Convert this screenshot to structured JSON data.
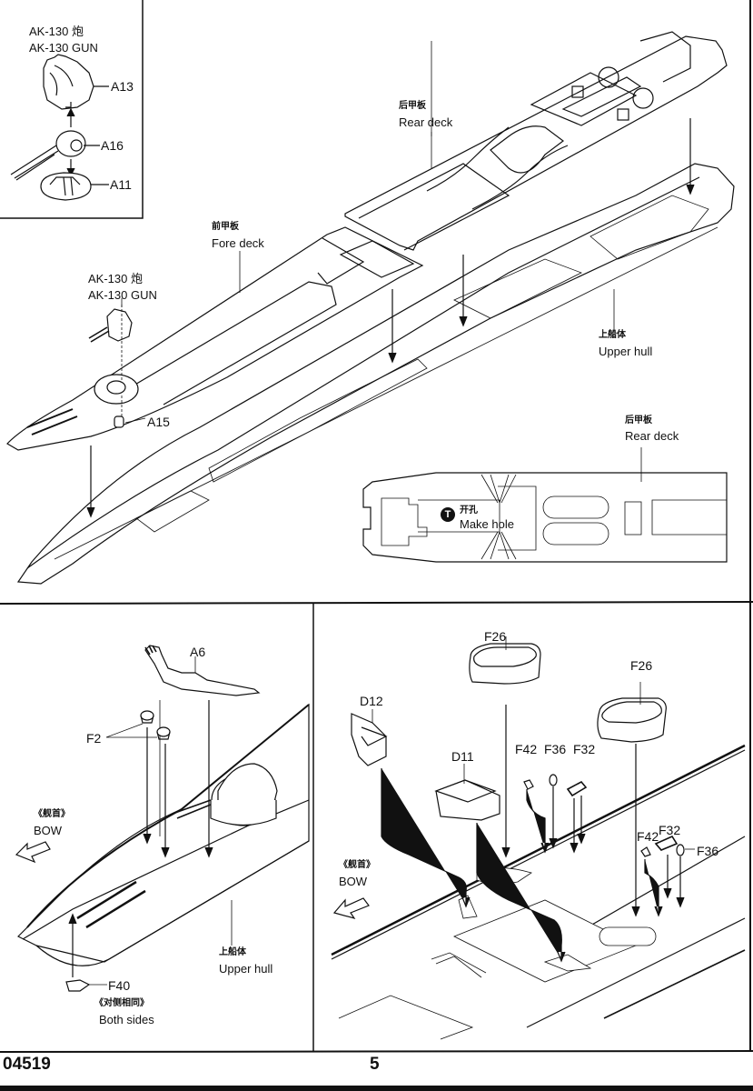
{
  "page": {
    "product_code": "04519",
    "page_number": "5"
  },
  "top_section": {
    "inset": {
      "title_cn": "AK-130 炮",
      "title_en": "AK-130 GUN",
      "parts": [
        "A13",
        "A16",
        "A11"
      ]
    },
    "rear_deck_label": {
      "cn": "后甲板",
      "en": "Rear deck"
    },
    "fore_deck_label": {
      "cn": "前甲板",
      "en": "Fore deck"
    },
    "gun_label": {
      "cn": "AK-130 炮",
      "en": "AK-130 GUN"
    },
    "gun_part": "A15",
    "upper_hull_label": {
      "cn": "上船体",
      "en": "Upper hull"
    },
    "rear_deck_detail_label": {
      "cn": "后甲板",
      "en": "Rear deck"
    },
    "make_hole": {
      "icon_symbol": "T",
      "cn": "开孔",
      "en": "Make hole"
    }
  },
  "bottom_left": {
    "parts": {
      "a6": "A6",
      "f2": "F2",
      "f40": "F40"
    },
    "bow_label": {
      "cn": "《舰首》",
      "en": "BOW"
    },
    "upper_hull_label": {
      "cn": "上船体",
      "en": "Upper hull"
    },
    "both_sides": {
      "cn": "《对侧相同》",
      "en": "Both sides"
    }
  },
  "bottom_right": {
    "parts": {
      "f26_a": "F26",
      "f26_b": "F26",
      "d12": "D12",
      "d11": "D11",
      "f42_a": "F42",
      "f36_a": "F36",
      "f32_a": "F32",
      "f32_b": "F32",
      "f42_b": "F42",
      "f36_b": "F36"
    },
    "bow_label": {
      "cn": "《舰首》",
      "en": "BOW"
    }
  }
}
